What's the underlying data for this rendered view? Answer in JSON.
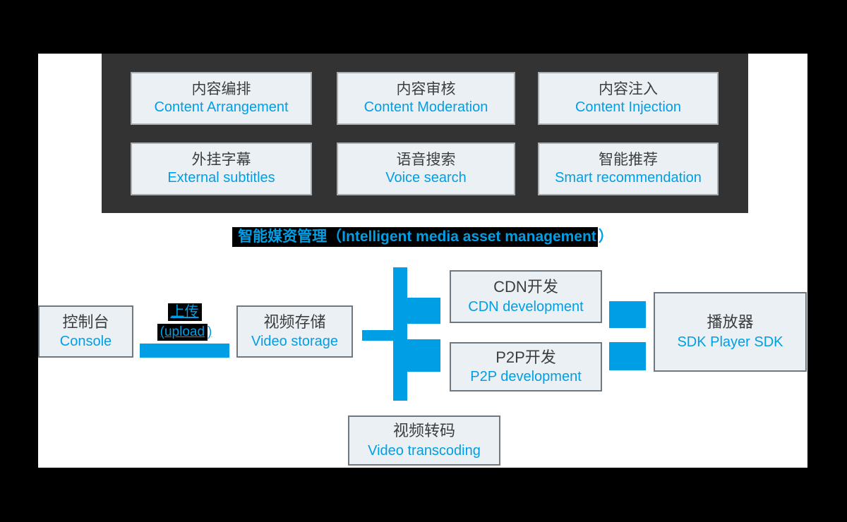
{
  "colors": {
    "accent_blue": "#009EE5",
    "panel_dark": "#333333",
    "node_fill": "#EBF0F4",
    "node_border": "#70787F",
    "panel_box_border": "#A9AEB3",
    "text_dark": "#3B3E40",
    "highlight_bg": "#000000"
  },
  "capability_panel": {
    "boxes": [
      {
        "zh": "内容编排",
        "en": "Content Arrangement"
      },
      {
        "zh": "内容审核",
        "en": "Content Moderation"
      },
      {
        "zh": "内容注入",
        "en": "Content Injection"
      },
      {
        "zh": "外挂字幕",
        "en": "External subtitles"
      },
      {
        "zh": "语音搜索",
        "en": "Voice search"
      },
      {
        "zh": "智能推荐",
        "en": "Smart recommendation"
      }
    ]
  },
  "title": {
    "highlighted": "智能媒资管理（Intelligent media asset management",
    "tail": "）"
  },
  "flow": {
    "console": {
      "zh": "控制台",
      "en": "Console"
    },
    "upload": {
      "zh": "上传",
      "en_highlighted": "(upload",
      "en_tail": ")"
    },
    "video_storage": {
      "zh": "视频存储",
      "en": "Video storage"
    },
    "cdn": {
      "zh": "CDN开发",
      "en": "CDN development"
    },
    "p2p": {
      "zh": "P2P开发",
      "en": "P2P development"
    },
    "player": {
      "zh": "播放器",
      "en": "SDK Player SDK"
    },
    "transcoding": {
      "zh": "视频转码",
      "en": "Video transcoding"
    }
  }
}
